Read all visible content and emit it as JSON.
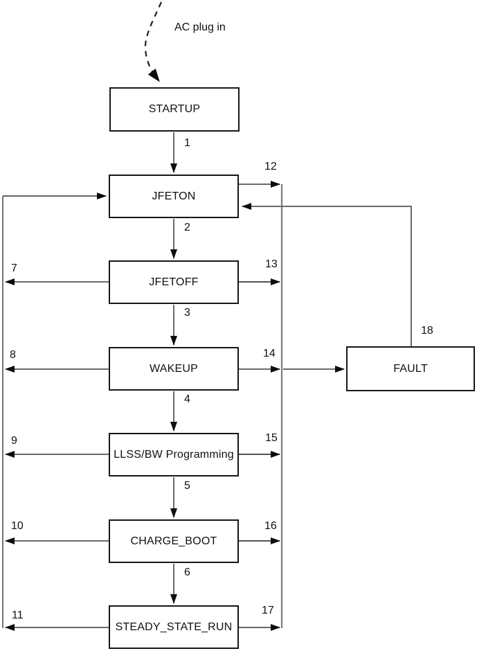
{
  "diagram": {
    "trigger_label": "AC plug in",
    "states": [
      {
        "id": "startup",
        "label": "STARTUP"
      },
      {
        "id": "jfeton",
        "label": "JFETON"
      },
      {
        "id": "jfetoff",
        "label": "JFETOFF"
      },
      {
        "id": "wakeup",
        "label": "WAKEUP"
      },
      {
        "id": "llss_bw",
        "label": "LLSS/BW Programming"
      },
      {
        "id": "charge_boot",
        "label": "CHARGE_BOOT"
      },
      {
        "id": "steady_state_run",
        "label": "STEADY_STATE_RUN"
      },
      {
        "id": "fault",
        "label": "FAULT"
      }
    ],
    "transitions": [
      {
        "num": "1",
        "from": "STARTUP",
        "to": "JFETON"
      },
      {
        "num": "2",
        "from": "JFETON",
        "to": "JFETOFF"
      },
      {
        "num": "3",
        "from": "JFETOFF",
        "to": "WAKEUP"
      },
      {
        "num": "4",
        "from": "WAKEUP",
        "to": "LLSS/BW Programming"
      },
      {
        "num": "5",
        "from": "LLSS/BW Programming",
        "to": "CHARGE_BOOT"
      },
      {
        "num": "6",
        "from": "CHARGE_BOOT",
        "to": "STEADY_STATE_RUN"
      },
      {
        "num": "7",
        "from": "JFETOFF",
        "to": "JFETON"
      },
      {
        "num": "8",
        "from": "WAKEUP",
        "to": "JFETON"
      },
      {
        "num": "9",
        "from": "LLSS/BW Programming",
        "to": "JFETON"
      },
      {
        "num": "10",
        "from": "CHARGE_BOOT",
        "to": "JFETON"
      },
      {
        "num": "11",
        "from": "STEADY_STATE_RUN",
        "to": "JFETON"
      },
      {
        "num": "12",
        "from": "JFETON",
        "to": "FAULT"
      },
      {
        "num": "13",
        "from": "JFETOFF",
        "to": "FAULT"
      },
      {
        "num": "14",
        "from": "WAKEUP",
        "to": "FAULT"
      },
      {
        "num": "15",
        "from": "LLSS/BW Programming",
        "to": "FAULT"
      },
      {
        "num": "16",
        "from": "CHARGE_BOOT",
        "to": "FAULT"
      },
      {
        "num": "17",
        "from": "STEADY_STATE_RUN",
        "to": "FAULT"
      },
      {
        "num": "18",
        "from": "FAULT",
        "to": "JFETON"
      }
    ],
    "colors": {
      "background": "#ffffff",
      "box_border": "#161616",
      "connector_gray": "#6a6a6a",
      "bus_dark": "#454545",
      "arrowhead": "#0d0d0d",
      "text": "#101010"
    }
  }
}
